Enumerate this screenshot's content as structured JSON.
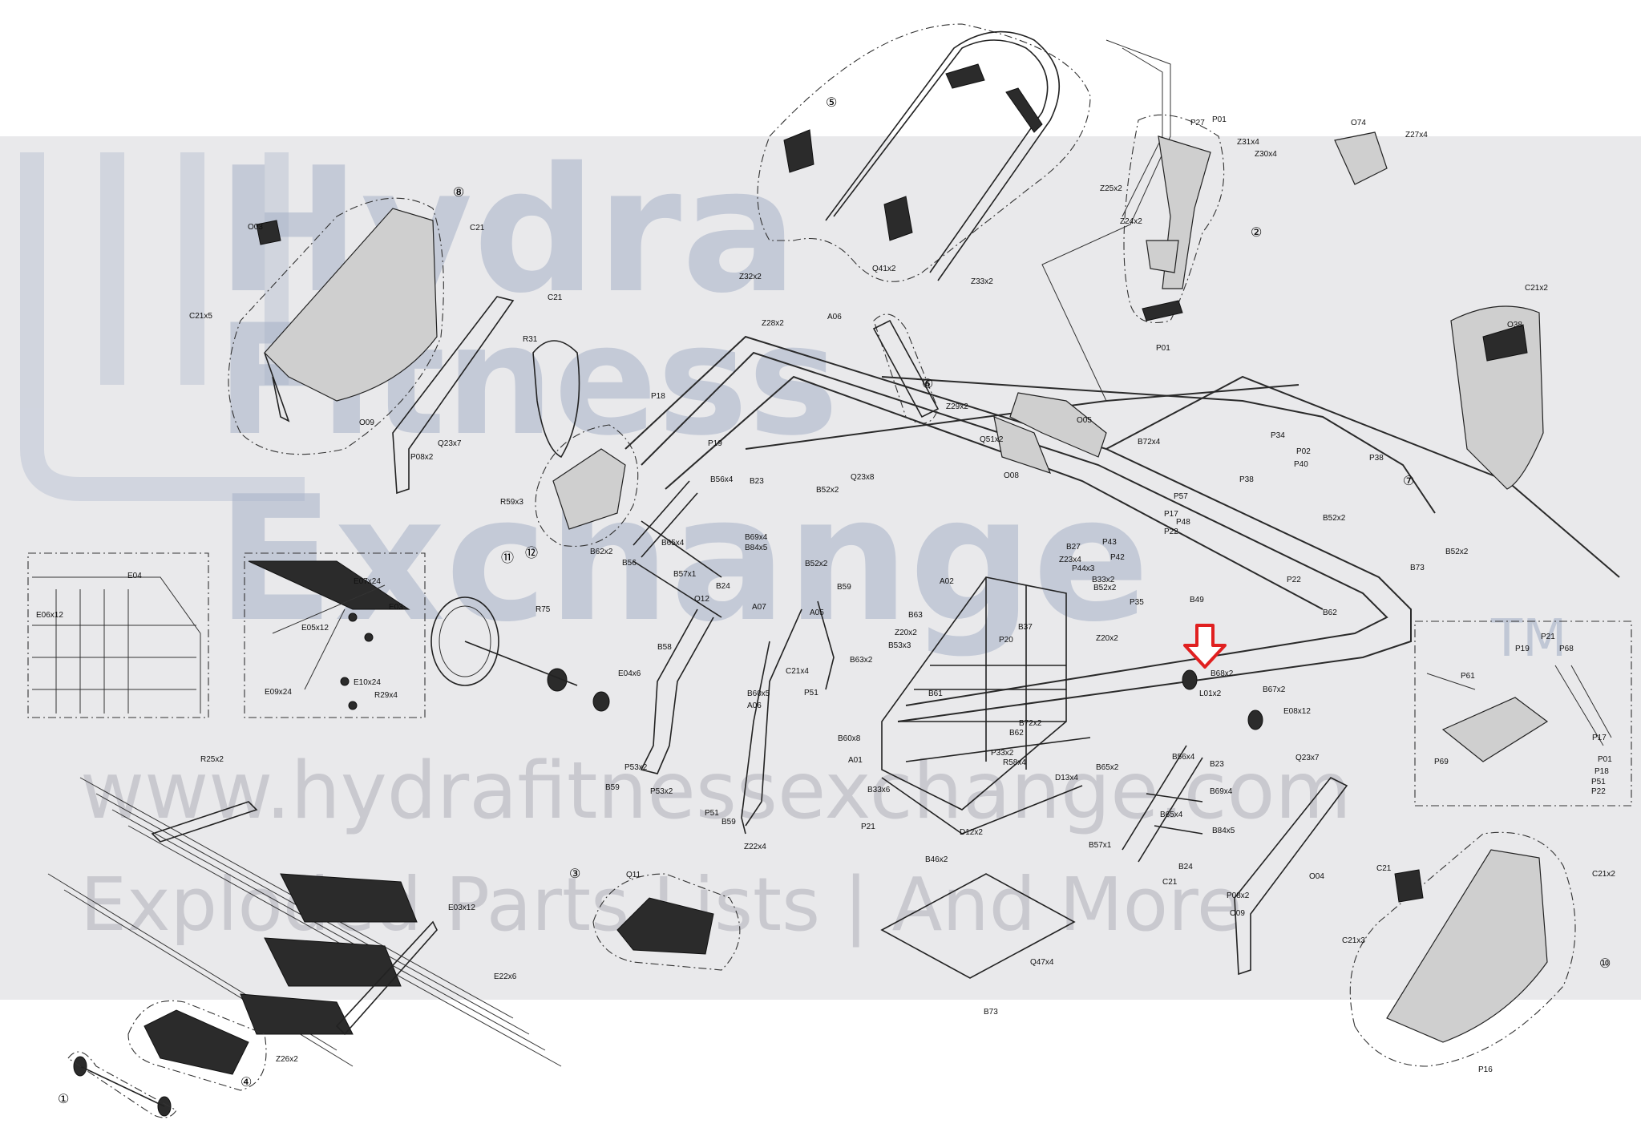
{
  "watermark": {
    "brand_line1": "Hydra",
    "brand_line2": "Fitness",
    "brand_line3": "Exchange",
    "trademark": "TM",
    "url": "www.hydrafitnessexchange.com",
    "tagline": "Exploded Parts Lists | And More"
  },
  "callouts": [
    {
      "id": "c1",
      "text": "⑧"
    },
    {
      "id": "c2",
      "text": "⑤"
    },
    {
      "id": "c3",
      "text": "②"
    },
    {
      "id": "c4",
      "text": "⑥"
    },
    {
      "id": "c5",
      "text": "⑪"
    },
    {
      "id": "c6",
      "text": "⑦"
    },
    {
      "id": "c7",
      "text": "③"
    },
    {
      "id": "c8",
      "text": "④"
    },
    {
      "id": "c9",
      "text": "⑩"
    },
    {
      "id": "c10",
      "text": "⑫"
    },
    {
      "id": "c11",
      "text": "①"
    }
  ],
  "labels": [
    {
      "id": "l1",
      "text": "C21"
    },
    {
      "id": "l2",
      "text": "C21x5"
    },
    {
      "id": "l3",
      "text": "O03"
    },
    {
      "id": "l4",
      "text": "C21"
    },
    {
      "id": "l5",
      "text": "O09"
    },
    {
      "id": "l6",
      "text": "P08x2"
    },
    {
      "id": "l7",
      "text": "Q23x7"
    },
    {
      "id": "l8",
      "text": "R31"
    },
    {
      "id": "l9",
      "text": "P18"
    },
    {
      "id": "l10",
      "text": "P19"
    },
    {
      "id": "l11",
      "text": "R59x3"
    },
    {
      "id": "l12",
      "text": "B62x2"
    },
    {
      "id": "l13",
      "text": "Z32x2"
    },
    {
      "id": "l14",
      "text": "Z28x2"
    },
    {
      "id": "l15",
      "text": "A06"
    },
    {
      "id": "l16",
      "text": "Q41x2"
    },
    {
      "id": "l17",
      "text": "Z33x2"
    },
    {
      "id": "l18",
      "text": "Z29x2"
    },
    {
      "id": "l19",
      "text": "Q51x2"
    },
    {
      "id": "l20",
      "text": "O08"
    },
    {
      "id": "l21",
      "text": "O05"
    },
    {
      "id": "l22",
      "text": "B72x4"
    },
    {
      "id": "l23",
      "text": "P27"
    },
    {
      "id": "l24",
      "text": "P01"
    },
    {
      "id": "l25",
      "text": "Z31x4"
    },
    {
      "id": "l26",
      "text": "Z30x4"
    },
    {
      "id": "l27",
      "text": "Z25x2"
    },
    {
      "id": "l28",
      "text": "Z24x2"
    },
    {
      "id": "l29",
      "text": "P01"
    },
    {
      "id": "l30",
      "text": "O74"
    },
    {
      "id": "l31",
      "text": "Z27x4"
    },
    {
      "id": "l32",
      "text": "C21x2"
    },
    {
      "id": "l33",
      "text": "O38"
    },
    {
      "id": "l34",
      "text": "P34"
    },
    {
      "id": "l35",
      "text": "P02"
    },
    {
      "id": "l36",
      "text": "P40"
    },
    {
      "id": "l37",
      "text": "P38"
    },
    {
      "id": "l38",
      "text": "P38"
    },
    {
      "id": "l39",
      "text": "P57"
    },
    {
      "id": "l40",
      "text": "P17"
    },
    {
      "id": "l41",
      "text": "P48"
    },
    {
      "id": "l42",
      "text": "P22"
    },
    {
      "id": "l43",
      "text": "B52x2"
    },
    {
      "id": "l44",
      "text": "B52x2"
    },
    {
      "id": "l45",
      "text": "P22"
    },
    {
      "id": "l46",
      "text": "B73"
    },
    {
      "id": "l47",
      "text": "B56x4"
    },
    {
      "id": "l48",
      "text": "B23"
    },
    {
      "id": "l49",
      "text": "B65x4"
    },
    {
      "id": "l50",
      "text": "B69x4"
    },
    {
      "id": "l51",
      "text": "B84x5"
    },
    {
      "id": "l52",
      "text": "B56"
    },
    {
      "id": "l53",
      "text": "B57x1"
    },
    {
      "id": "l54",
      "text": "B24"
    },
    {
      "id": "l55",
      "text": "Q12"
    },
    {
      "id": "l56",
      "text": "Q23x8"
    },
    {
      "id": "l57",
      "text": "B52x2"
    },
    {
      "id": "l58",
      "text": "B52x2"
    },
    {
      "id": "l59",
      "text": "B59"
    },
    {
      "id": "l60",
      "text": "A07"
    },
    {
      "id": "l61",
      "text": "A05"
    },
    {
      "id": "l62",
      "text": "B58"
    },
    {
      "id": "l63",
      "text": "B63x2"
    },
    {
      "id": "l64",
      "text": "C21x4"
    },
    {
      "id": "l65",
      "text": "B60x5"
    },
    {
      "id": "l66",
      "text": "A06"
    },
    {
      "id": "l67",
      "text": "P51"
    },
    {
      "id": "l68",
      "text": "P53x2"
    },
    {
      "id": "l69",
      "text": "B59"
    },
    {
      "id": "l70",
      "text": "P53x2"
    },
    {
      "id": "l71",
      "text": "P51"
    },
    {
      "id": "l72",
      "text": "B59"
    },
    {
      "id": "l73",
      "text": "Z22x4"
    },
    {
      "id": "l74",
      "text": "B27"
    },
    {
      "id": "l75",
      "text": "Z23x4"
    },
    {
      "id": "l76",
      "text": "P44x3"
    },
    {
      "id": "l77",
      "text": "P43"
    },
    {
      "id": "l78",
      "text": "P42"
    },
    {
      "id": "l79",
      "text": "B33x2"
    },
    {
      "id": "l80",
      "text": "A02"
    },
    {
      "id": "l81",
      "text": "B52x2"
    },
    {
      "id": "l82",
      "text": "P35"
    },
    {
      "id": "l83",
      "text": "B49"
    },
    {
      "id": "l84",
      "text": "B62"
    },
    {
      "id": "l85",
      "text": "B63"
    },
    {
      "id": "l86",
      "text": "Z20x2"
    },
    {
      "id": "l87",
      "text": "B53x3"
    },
    {
      "id": "l88",
      "text": "P20"
    },
    {
      "id": "l89",
      "text": "B37"
    },
    {
      "id": "l90",
      "text": "Z20x2"
    },
    {
      "id": "l91",
      "text": "B61"
    },
    {
      "id": "l92",
      "text": "B62"
    },
    {
      "id": "l93",
      "text": "B72x2"
    },
    {
      "id": "l94",
      "text": "P33x2"
    },
    {
      "id": "l95",
      "text": "R58x4"
    },
    {
      "id": "l96",
      "text": "B60x8"
    },
    {
      "id": "l97",
      "text": "A01"
    },
    {
      "id": "l98",
      "text": "D13x4"
    },
    {
      "id": "l99",
      "text": "B33x6"
    },
    {
      "id": "l100",
      "text": "B65x2"
    },
    {
      "id": "l101",
      "text": "D12x2"
    },
    {
      "id": "l102",
      "text": "P21"
    },
    {
      "id": "l103",
      "text": "B46x2"
    },
    {
      "id": "l104",
      "text": "B68x2"
    },
    {
      "id": "l105",
      "text": "L01x2"
    },
    {
      "id": "l106",
      "text": "B67x2"
    },
    {
      "id": "l107",
      "text": "E08x12"
    },
    {
      "id": "l108",
      "text": "E04"
    },
    {
      "id": "l109",
      "text": "E06x12"
    },
    {
      "id": "l110",
      "text": "E07x24"
    },
    {
      "id": "l111",
      "text": "E03"
    },
    {
      "id": "l112",
      "text": "E05x12"
    },
    {
      "id": "l113",
      "text": "E09x24"
    },
    {
      "id": "l114",
      "text": "E10x24"
    },
    {
      "id": "l115",
      "text": "R29x4"
    },
    {
      "id": "l116",
      "text": "R75"
    },
    {
      "id": "l117",
      "text": "E04x6"
    },
    {
      "id": "l118",
      "text": "R25x2"
    },
    {
      "id": "l119",
      "text": "E03x12"
    },
    {
      "id": "l120",
      "text": "E22x6"
    },
    {
      "id": "l121",
      "text": "Z26x2"
    },
    {
      "id": "l122",
      "text": "Q11"
    },
    {
      "id": "l123",
      "text": "Q47x4"
    },
    {
      "id": "l124",
      "text": "B73"
    },
    {
      "id": "l125",
      "text": "B56x4"
    },
    {
      "id": "l126",
      "text": "B23"
    },
    {
      "id": "l127",
      "text": "B65x4"
    },
    {
      "id": "l128",
      "text": "B69x4"
    },
    {
      "id": "l129",
      "text": "B84x5"
    },
    {
      "id": "l130",
      "text": "B57x1"
    },
    {
      "id": "l131",
      "text": "B24"
    },
    {
      "id": "l132",
      "text": "C21"
    },
    {
      "id": "l133",
      "text": "Q23x7"
    },
    {
      "id": "l134",
      "text": "P08x2"
    },
    {
      "id": "l135",
      "text": "O09"
    },
    {
      "id": "l136",
      "text": "O04"
    },
    {
      "id": "l137",
      "text": "C21"
    },
    {
      "id": "l138",
      "text": "C21x2"
    },
    {
      "id": "l139",
      "text": "C21x3"
    },
    {
      "id": "l140",
      "text": "P16"
    },
    {
      "id": "l141",
      "text": "P19"
    },
    {
      "id": "l142",
      "text": "P21"
    },
    {
      "id": "l143",
      "text": "P68"
    },
    {
      "id": "l144",
      "text": "P61"
    },
    {
      "id": "l145",
      "text": "P69"
    },
    {
      "id": "l146",
      "text": "P17"
    },
    {
      "id": "l147",
      "text": "P01"
    },
    {
      "id": "l148",
      "text": "P18"
    },
    {
      "id": "l149",
      "text": "P51"
    },
    {
      "id": "l150",
      "text": "P22"
    }
  ],
  "colors": {
    "band": "#e9e9eb",
    "watermark_blue": "#a6b1c8",
    "highlight_arrow": "#e02020",
    "line": "#222222"
  }
}
